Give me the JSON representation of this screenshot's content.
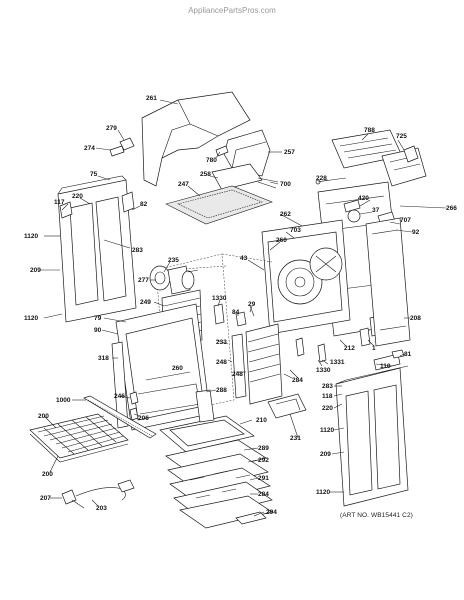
{
  "watermark": "AppliancePartsPros.com",
  "art_number": "(ART NO. WB15441 C2)",
  "callouts": [
    "261",
    "279",
    "274",
    "780",
    "257",
    "788",
    "725",
    "75",
    "247",
    "258",
    "700",
    "228",
    "420",
    "266",
    "117",
    "220",
    "82",
    "37",
    "707",
    "92",
    "1120",
    "283",
    "43",
    "262",
    "703",
    "260",
    "209",
    "235",
    "277",
    "1330",
    "29",
    "84",
    "249",
    "79",
    "90",
    "284",
    "233",
    "318",
    "260",
    "248",
    "248",
    "1331",
    "212",
    "1",
    "1330",
    "208",
    "110",
    "81",
    "1000",
    "288",
    "246",
    "206",
    "283",
    "118",
    "220",
    "200",
    "1120",
    "210",
    "289",
    "209",
    "200",
    "292",
    "291",
    "231",
    "207",
    "203",
    "1120",
    "294",
    "1120",
    "284"
  ]
}
